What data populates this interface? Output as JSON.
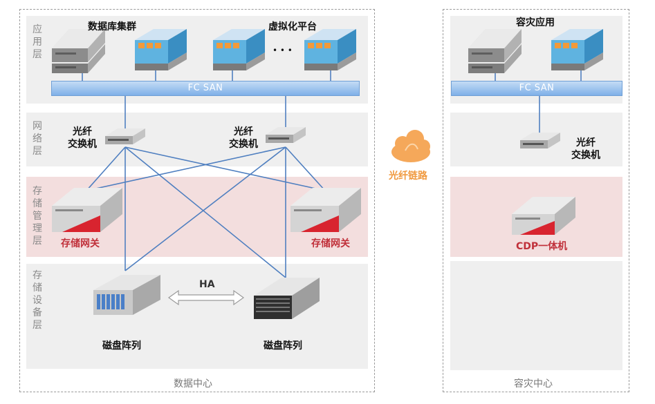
{
  "datacenter": {
    "caption": "数据中心",
    "layers": {
      "app": "应用层",
      "network": "网络层",
      "storage_mgmt": "存储管理层",
      "storage_dev": "存储设备层"
    },
    "db_cluster_label": "数据库集群",
    "virt_platform_label": "虚拟化平台",
    "ellipsis": "• • •",
    "fc_san_label": "FC SAN",
    "switch_label_line1": "光纤",
    "switch_label_line2": "交换机",
    "gateway_label": "存储网关",
    "disk_array_label": "磁盘阵列",
    "ha_label": "HA"
  },
  "link": {
    "label": "光纤链路",
    "icon": "cloud-icon"
  },
  "drcenter": {
    "caption": "容灾中心",
    "app_label": "容灾应用",
    "fc_san_label": "FC SAN",
    "switch_label_line1": "光纤",
    "switch_label_line2": "交换机",
    "cdp_label": "CDP一体机"
  },
  "colors": {
    "band": "#efefef",
    "band_pink": "#f3dede",
    "connector": "#4f7fc0",
    "red_text": "#c0303a",
    "orange_text": "#f09a40",
    "fc_san": "#7fb0e8"
  }
}
